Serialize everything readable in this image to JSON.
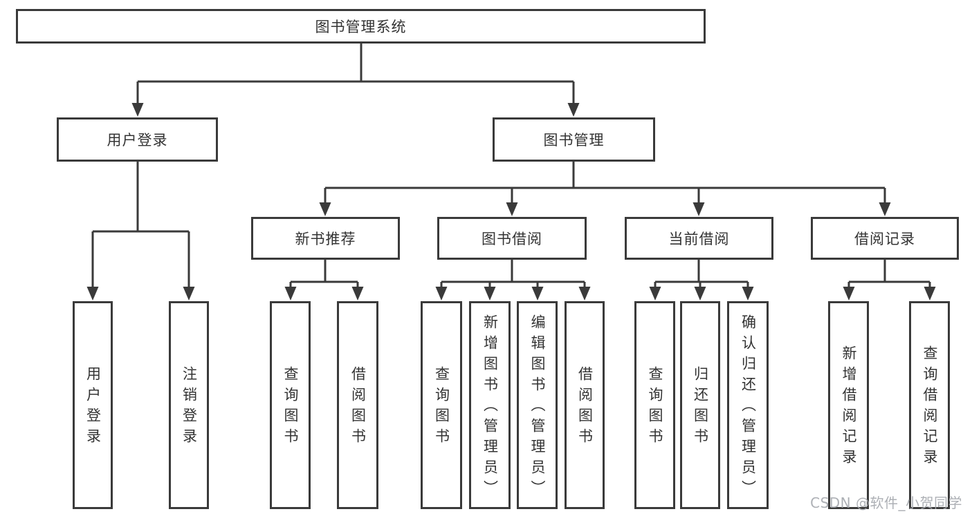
{
  "diagram_title": "图书管理系统",
  "colors": {
    "line": "#3a3a3a",
    "text": "#333333",
    "box_fill": "#ffffff",
    "background": "#ffffff",
    "watermark": "#a5a8ae"
  },
  "nodes": {
    "root": "图书管理系统",
    "user_login": "用户登录",
    "book_management": "图书管理",
    "new_book_recommendation": "新书推荐",
    "book_borrowing": "图书借阅",
    "current_borrowing": "当前借阅",
    "borrowing_records": "借阅记录",
    "leaf_user_login": "用户登录",
    "leaf_logout": "注销登录",
    "leaf_nb_query": "查询图书",
    "leaf_nb_borrow": "借阅图书",
    "leaf_bb_query": "查询图书",
    "leaf_bb_add_admin": "新增图书（管理员）",
    "leaf_bb_edit_admin": "编辑图书（管理员）",
    "leaf_bb_borrow": "借阅图书",
    "leaf_cb_query": "查询图书",
    "leaf_cb_return": "归还图书",
    "leaf_cb_confirm_admin": "确认归还（管理员）",
    "leaf_br_add": "新增借阅记录",
    "leaf_br_query": "查询借阅记录"
  },
  "edges": [
    [
      "图书管理系统",
      "用户登录"
    ],
    [
      "图书管理系统",
      "图书管理"
    ],
    [
      "用户登录",
      "用户登录"
    ],
    [
      "用户登录",
      "注销登录"
    ],
    [
      "图书管理",
      "新书推荐"
    ],
    [
      "图书管理",
      "图书借阅"
    ],
    [
      "图书管理",
      "当前借阅"
    ],
    [
      "图书管理",
      "借阅记录"
    ],
    [
      "新书推荐",
      "查询图书"
    ],
    [
      "新书推荐",
      "借阅图书"
    ],
    [
      "图书借阅",
      "查询图书"
    ],
    [
      "图书借阅",
      "新增图书（管理员）"
    ],
    [
      "图书借阅",
      "编辑图书（管理员）"
    ],
    [
      "图书借阅",
      "借阅图书"
    ],
    [
      "当前借阅",
      "查询图书"
    ],
    [
      "当前借阅",
      "归还图书"
    ],
    [
      "当前借阅",
      "确认归还（管理员）"
    ],
    [
      "借阅记录",
      "新增借阅记录"
    ],
    [
      "借阅记录",
      "查询借阅记录"
    ]
  ],
  "watermark": {
    "text": "CSDN @软件_小贺同学"
  }
}
